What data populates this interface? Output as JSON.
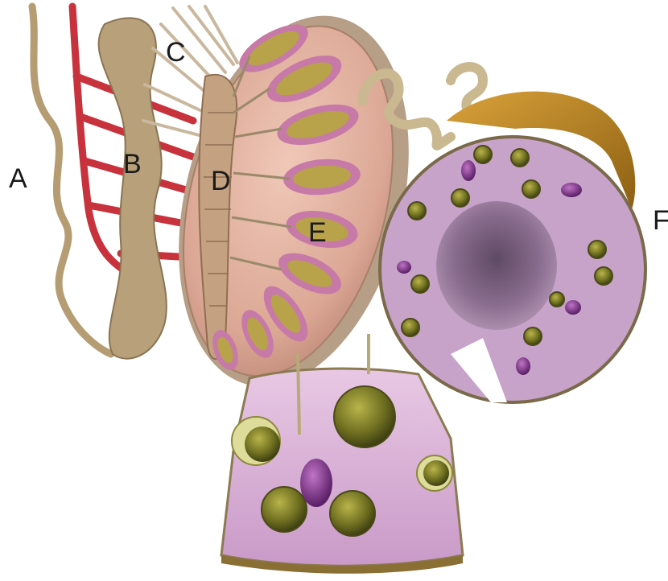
{
  "labels": {
    "a": "A",
    "b": "B",
    "c": "C",
    "d": "D",
    "e": "E",
    "f": "F"
  },
  "colors": {
    "vessel": "#c8323c",
    "cord": "#b59c72",
    "testis_outer": "#b79e86",
    "testis_inner": "#e7b8a7",
    "tubule_pink": "#c77aa8",
    "tubule_cluster": "#b8a24a",
    "tube_gold": "#b8861e",
    "tissue_lavender": "#c7a3c9",
    "cell_olive": "#6f6f22",
    "cell_purple": "#7a2f8a"
  }
}
